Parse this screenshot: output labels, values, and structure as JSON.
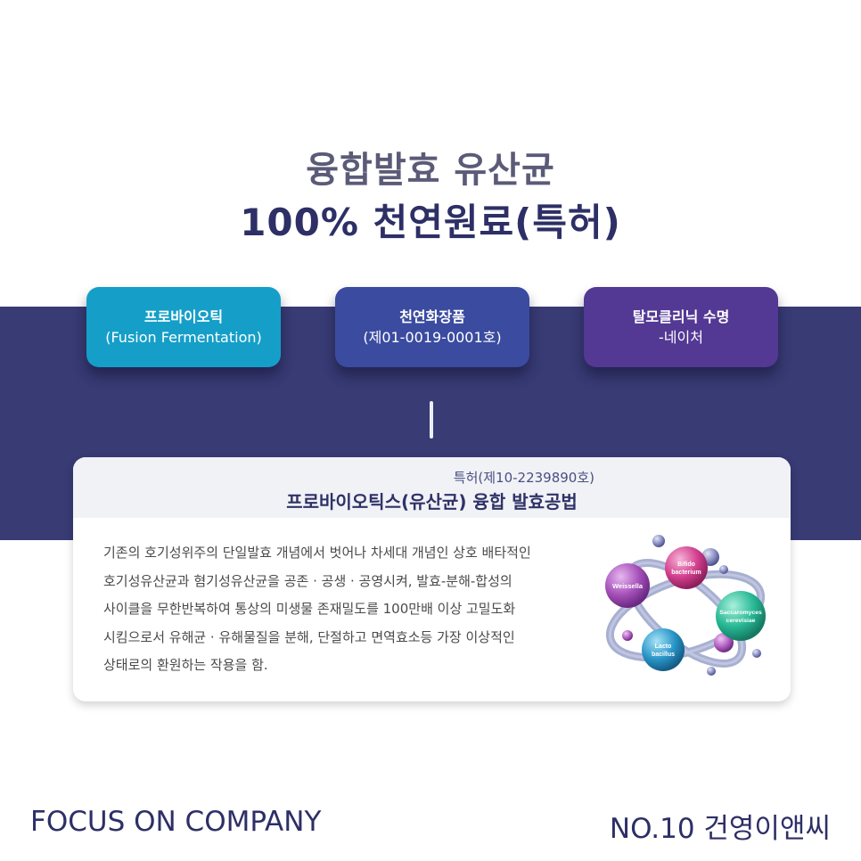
{
  "heading": {
    "line1": "융합발효 유산균",
    "line2": "100% 천연원료(특허)"
  },
  "pills": [
    {
      "title": "프로바이오틱",
      "sub": "(Fusion Fermentation)",
      "color": "#159fc8"
    },
    {
      "title": "천연화장품",
      "sub": "(제01-0019-0001호)",
      "color": "#3a4ba0"
    },
    {
      "title": "탈모클리닉 수명",
      "sub": "-네이처",
      "color": "#533894"
    }
  ],
  "card": {
    "patent": "특허(제10-2239890호)",
    "title": "프로바이오틱스(유산균) 융합 발효공법",
    "lines": [
      "기존의 호기성위주의 단일발효 개념에서 벗어나 차세대 개념인 상호 배타적인",
      "호기성유산균과 혐기성유산균을 공존 · 공생 · 공영시켜, 발효-분해-합성의",
      "사이클을 무한반복하여 통상의 미생물 존재밀도를 100만배 이상 고밀도화",
      "시킴으로서 유해균 · 유해물질을 분해, 단절하고 면역효소등 가장 이상적인",
      "상태로의 환원하는 작용을 함."
    ],
    "microbes": {
      "weissella": "Weissella",
      "bifido1": "Bifido",
      "bifido2": "bacterium",
      "sacch1": "Saccaromyces",
      "sacch2": "cerevisiae",
      "lacto1": "Lacto",
      "lacto2": "bacillus"
    }
  },
  "footer": {
    "left": "FOCUS ON COMPANY",
    "right": "NO.10 건영이앤씨"
  },
  "colors": {
    "band": "#383b74",
    "title_dark": "#2d2f66"
  }
}
